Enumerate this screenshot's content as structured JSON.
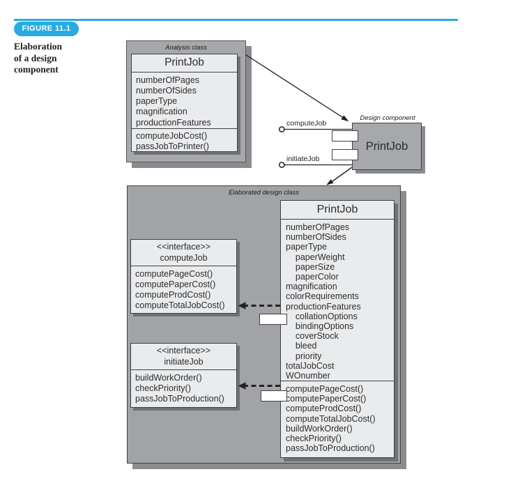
{
  "figure": {
    "badge": "FIGURE 11.1",
    "caption_lines": [
      "Elaboration",
      "of a design",
      "component"
    ]
  },
  "colors": {
    "accent": "#29abe2",
    "panel_gray": "#a6a8ab",
    "class_fill": "#eaebec",
    "line": "#232323"
  },
  "analysis": {
    "label": "Analysis class",
    "class": {
      "title": "PrintJob",
      "attributes": [
        "numberOfPages",
        "numberOfSides",
        "paperType",
        "magnification",
        "productionFeatures"
      ],
      "methods": [
        "computeJobCost()",
        "passJobToPrinter()"
      ]
    }
  },
  "design_component": {
    "label": "Design component",
    "class_title": "PrintJob",
    "provided_interfaces": [
      {
        "name": "computeJob"
      },
      {
        "name": "initiateJob"
      }
    ]
  },
  "elaborated": {
    "label": "Elaborated design class",
    "class": {
      "title": "PrintJob",
      "attributes": [
        "numberOfPages",
        "numberOfSides",
        "paperType",
        "    paperWeight",
        "    paperSize",
        "    paperColor",
        "magnification",
        "colorRequirements",
        "productionFeatures",
        "    collationOptions",
        "    bindingOptions",
        "    coverStock",
        "    bleed",
        "    priority",
        "totalJobCost",
        "WOnumber"
      ],
      "methods": [
        "computePageCost()",
        "computePaperCost()",
        "computeProdCost()",
        "computeTotalJobCost()",
        "buildWorkOrder()",
        "checkPriority()",
        "passJobToProduction()"
      ]
    },
    "interfaces": [
      {
        "stereotype": "<<interface>>",
        "name": "computeJob",
        "methods": [
          "computePageCost()",
          "computePaperCost()",
          "computeProdCost()",
          "computeTotalJobCost()"
        ]
      },
      {
        "stereotype": "<<interface>>",
        "name": "initiateJob",
        "methods": [
          "buildWorkOrder()",
          "checkPriority()",
          "passJobToProduction()"
        ]
      }
    ]
  }
}
